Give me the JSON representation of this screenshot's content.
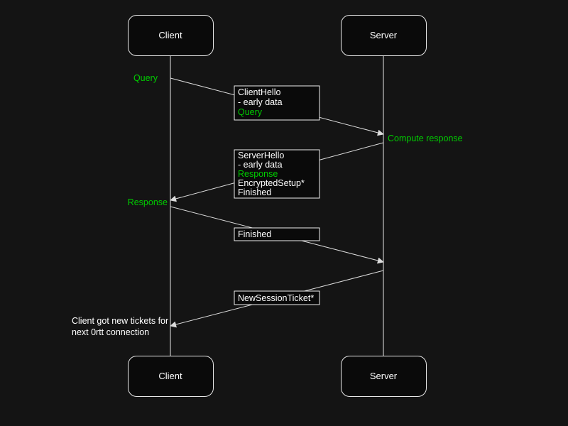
{
  "diagram_type": "sequence-diagram",
  "colors": {
    "background": "#141414",
    "box_fill": "#0a0a0a",
    "stroke": "#e8e8e8",
    "text": "#ffffff",
    "accent_green": "#00cc00"
  },
  "actors": {
    "client": {
      "label": "Client"
    },
    "server": {
      "label": "Server"
    }
  },
  "messages": [
    {
      "direction": "client-to-server",
      "lines": [
        {
          "text": "ClientHello",
          "color": "white"
        },
        {
          "text": "- early data",
          "color": "white"
        },
        {
          "text": "Query",
          "color": "green"
        }
      ]
    },
    {
      "direction": "server-to-client",
      "lines": [
        {
          "text": "ServerHello",
          "color": "white"
        },
        {
          "text": "- early data",
          "color": "white"
        },
        {
          "text": "Response",
          "color": "green"
        },
        {
          "text": "EncryptedSetup*",
          "color": "white"
        },
        {
          "text": "Finished",
          "color": "white"
        }
      ]
    },
    {
      "direction": "client-to-server",
      "lines": [
        {
          "text": "Finished",
          "color": "white"
        }
      ]
    },
    {
      "direction": "server-to-client",
      "lines": [
        {
          "text": "NewSessionTicket*",
          "color": "white"
        }
      ]
    }
  ],
  "annotations": {
    "query": "Query",
    "compute_response": "Compute response",
    "response": "Response",
    "note": {
      "line1": "Client got new tickets for",
      "line2": "next 0rtt connection"
    }
  }
}
